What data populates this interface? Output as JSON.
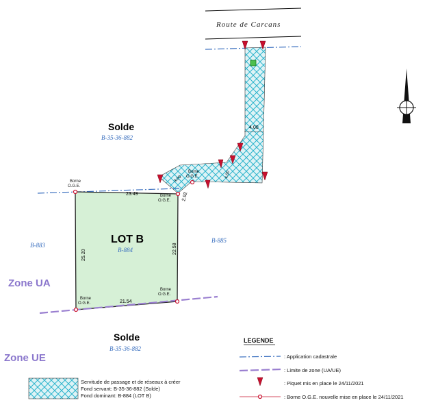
{
  "road_name": "Route de Carcans",
  "parcels": {
    "solde_top": {
      "label": "Solde",
      "ref": "B-35-36-882"
    },
    "solde_bottom": {
      "label": "Solde",
      "ref": "B-35-36-882"
    },
    "lot_b": {
      "label": "LOT B",
      "ref": "B-884"
    },
    "left": {
      "ref": "B-883"
    },
    "right": {
      "ref": "B-885"
    }
  },
  "zones": {
    "ua": "Zone UA",
    "ue": "Zone UE"
  },
  "dimensions": {
    "top": "23.49",
    "bottom": "21.54",
    "left": "25.20",
    "right": "22.58",
    "corner_small": "2.92",
    "corridor_width": "4.00",
    "diag_a": "4.00",
    "diag_b": "4.00"
  },
  "borne_label": {
    "line1": "Borne",
    "line2": "O.G.E."
  },
  "servitude": {
    "line1": "Servitude de passage et de réseaux à créer",
    "line2": "Fond servant: B-35-36-882 (Solde)",
    "line3": "Fond dominant: B-884 (LOT B)"
  },
  "legend": {
    "title": "LEGENDE",
    "items": [
      ": Application cadastrale",
      ": Limite de zone (UA/UE)",
      ": Piquet mis en place le 24/11/2021",
      ": Borne O.G.E. nouvelle mise en place le 24/11/2021"
    ]
  },
  "colors": {
    "lot_fill": "#d6f0d6",
    "hatch": "#2bb4cc",
    "hatch_bg": "#dff3f6",
    "cadastral_line": "#3a6fbf",
    "zone_line": "#9a7fd0",
    "picket": "#c8102e",
    "parcel_ref": "#3a6fbf",
    "zone_text": "#8a76cc"
  }
}
